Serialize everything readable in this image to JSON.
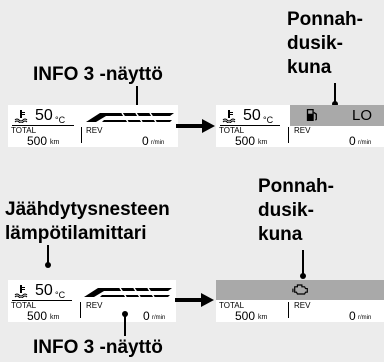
{
  "labels": {
    "info3_top": "INFO 3 -näyttö",
    "fuel_top_1": "Ponnah-",
    "fuel_top_2": "dusik-",
    "fuel_top_3": "kuna",
    "coolant_1": "Jäähdytysnesteen",
    "coolant_2": "lämpötilamittari",
    "fuel_bottom_1": "Ponnah-",
    "fuel_bottom_2": "dusik-",
    "fuel_bottom_3": "kuna",
    "info3_bottom": "INFO 3 -näyttö"
  },
  "display": {
    "temp_value": "50",
    "temp_unit": "°C",
    "total_label": "TOTAL",
    "odo_value": "500",
    "odo_unit": "km",
    "rev_label": "REV",
    "rev_value": "0",
    "rev_unit": "r/min",
    "fuel_level": "LO"
  },
  "icons": [
    "coolant-temp-icon",
    "fuel-pump-icon",
    "engine-check-icon",
    "cbr-logo",
    "arrow-right-icon"
  ],
  "colors": {
    "background": "#ececec",
    "panel": "#ffffff",
    "bar": "#a9a9a9",
    "ink": "#000000"
  }
}
